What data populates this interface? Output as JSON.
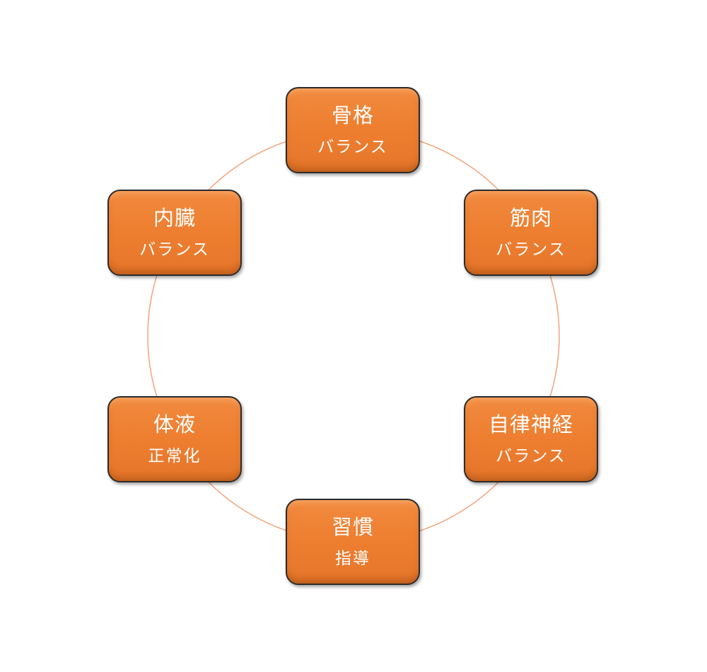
{
  "colors": {
    "node_fill": "#ee7f31",
    "node_border": "#2b2b2b",
    "ring": "#f3a27a",
    "text": "#ffffff"
  },
  "nodes": [
    {
      "title": "骨格",
      "subtitle": "バランス"
    },
    {
      "title": "筋肉",
      "subtitle": "バランス"
    },
    {
      "title": "自律神経",
      "subtitle": "バランス"
    },
    {
      "title": "習慣",
      "subtitle": "指導"
    },
    {
      "title": "体液",
      "subtitle": "正常化"
    },
    {
      "title": "内臓",
      "subtitle": "バランス"
    }
  ]
}
